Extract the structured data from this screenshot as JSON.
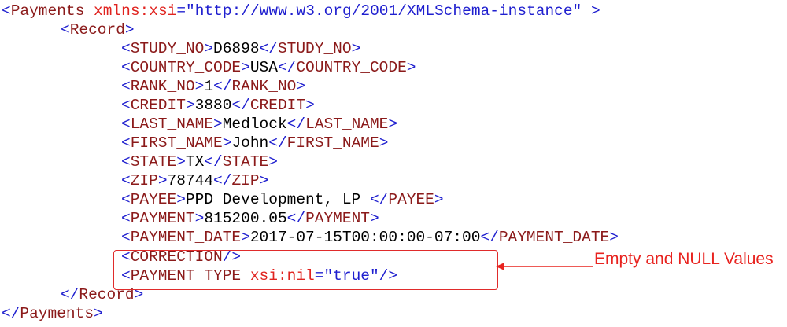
{
  "xml": {
    "payments_tag": "Payments",
    "xmlns_attr": "xmlns:xsi",
    "xmlns_value": "http://www.w3.org/2001/XMLSchema-instance",
    "record_tag": "Record",
    "fields": [
      {
        "tag": "STUDY_NO",
        "value": "D6898"
      },
      {
        "tag": "COUNTRY_CODE",
        "value": "USA"
      },
      {
        "tag": "RANK_NO",
        "value": "1"
      },
      {
        "tag": "CREDIT",
        "value": "3880"
      },
      {
        "tag": "LAST_NAME",
        "value": "Medlock"
      },
      {
        "tag": "FIRST_NAME",
        "value": "John"
      },
      {
        "tag": "STATE",
        "value": "TX"
      },
      {
        "tag": "ZIP",
        "value": "78744"
      },
      {
        "tag": "PAYEE",
        "value": "PPD Development, LP "
      },
      {
        "tag": "PAYMENT",
        "value": "815200.05"
      },
      {
        "tag": "PAYMENT_DATE",
        "value": "2017-07-15T00:00:00-07:00"
      }
    ],
    "correction_tag": "CORRECTION",
    "payment_type_tag": "PAYMENT_TYPE",
    "nil_attr": "xsi:nil",
    "nil_value": "true"
  },
  "annotation": {
    "label": "Empty and NULL Values",
    "color": "#e8231f"
  }
}
